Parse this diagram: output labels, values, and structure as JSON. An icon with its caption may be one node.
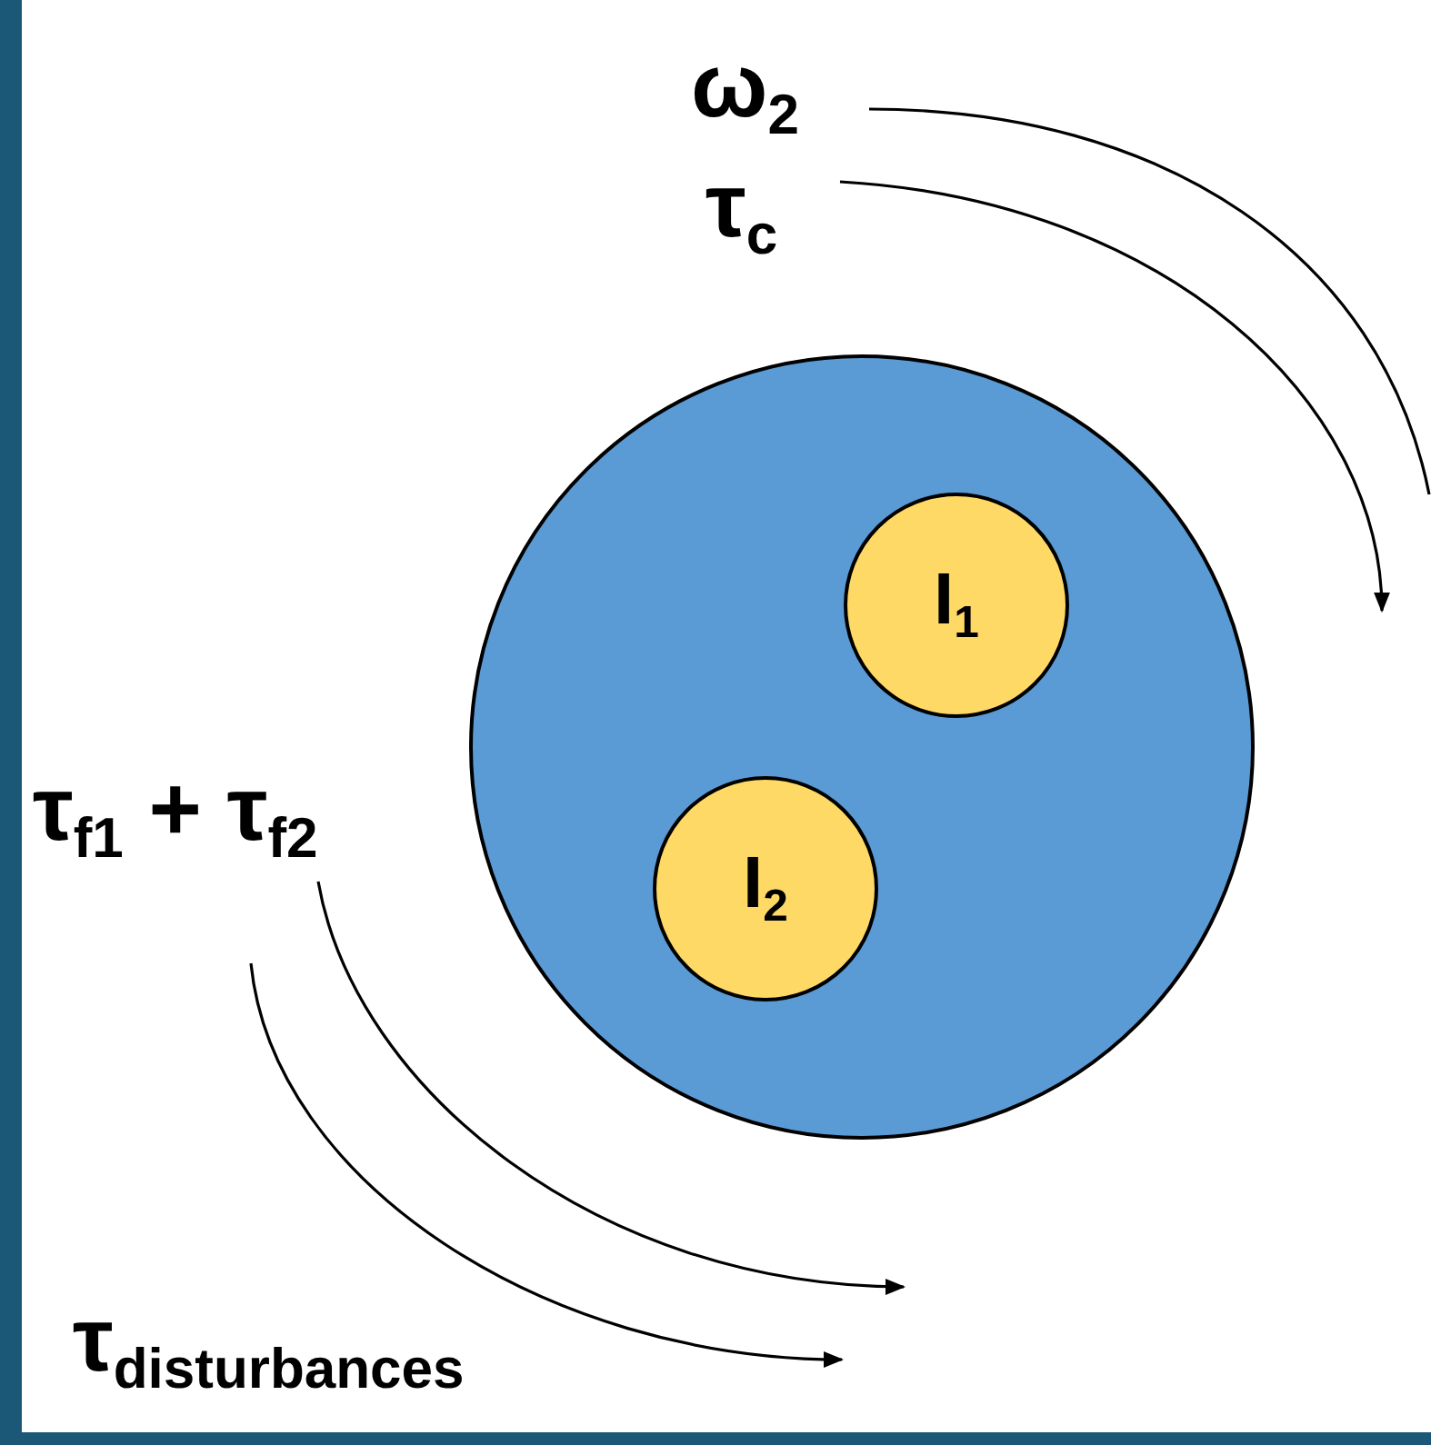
{
  "diagram": {
    "nodes": [
      {
        "text": [],
        "shape": "circle"
      },
      {
        "text": [
          "I$_{1}$"
        ],
        "in": 0
      },
      {
        "text": [
          "I$_{2}$"
        ],
        "in": 0
      }
    ],
    "edges": [],
    "labels": [
      "ω$_{2}$",
      "τ$_{c}$",
      "τ$_{f1}$ + τ$_{f2}$",
      "τ$_{disturbances}$"
    ]
  }
}
